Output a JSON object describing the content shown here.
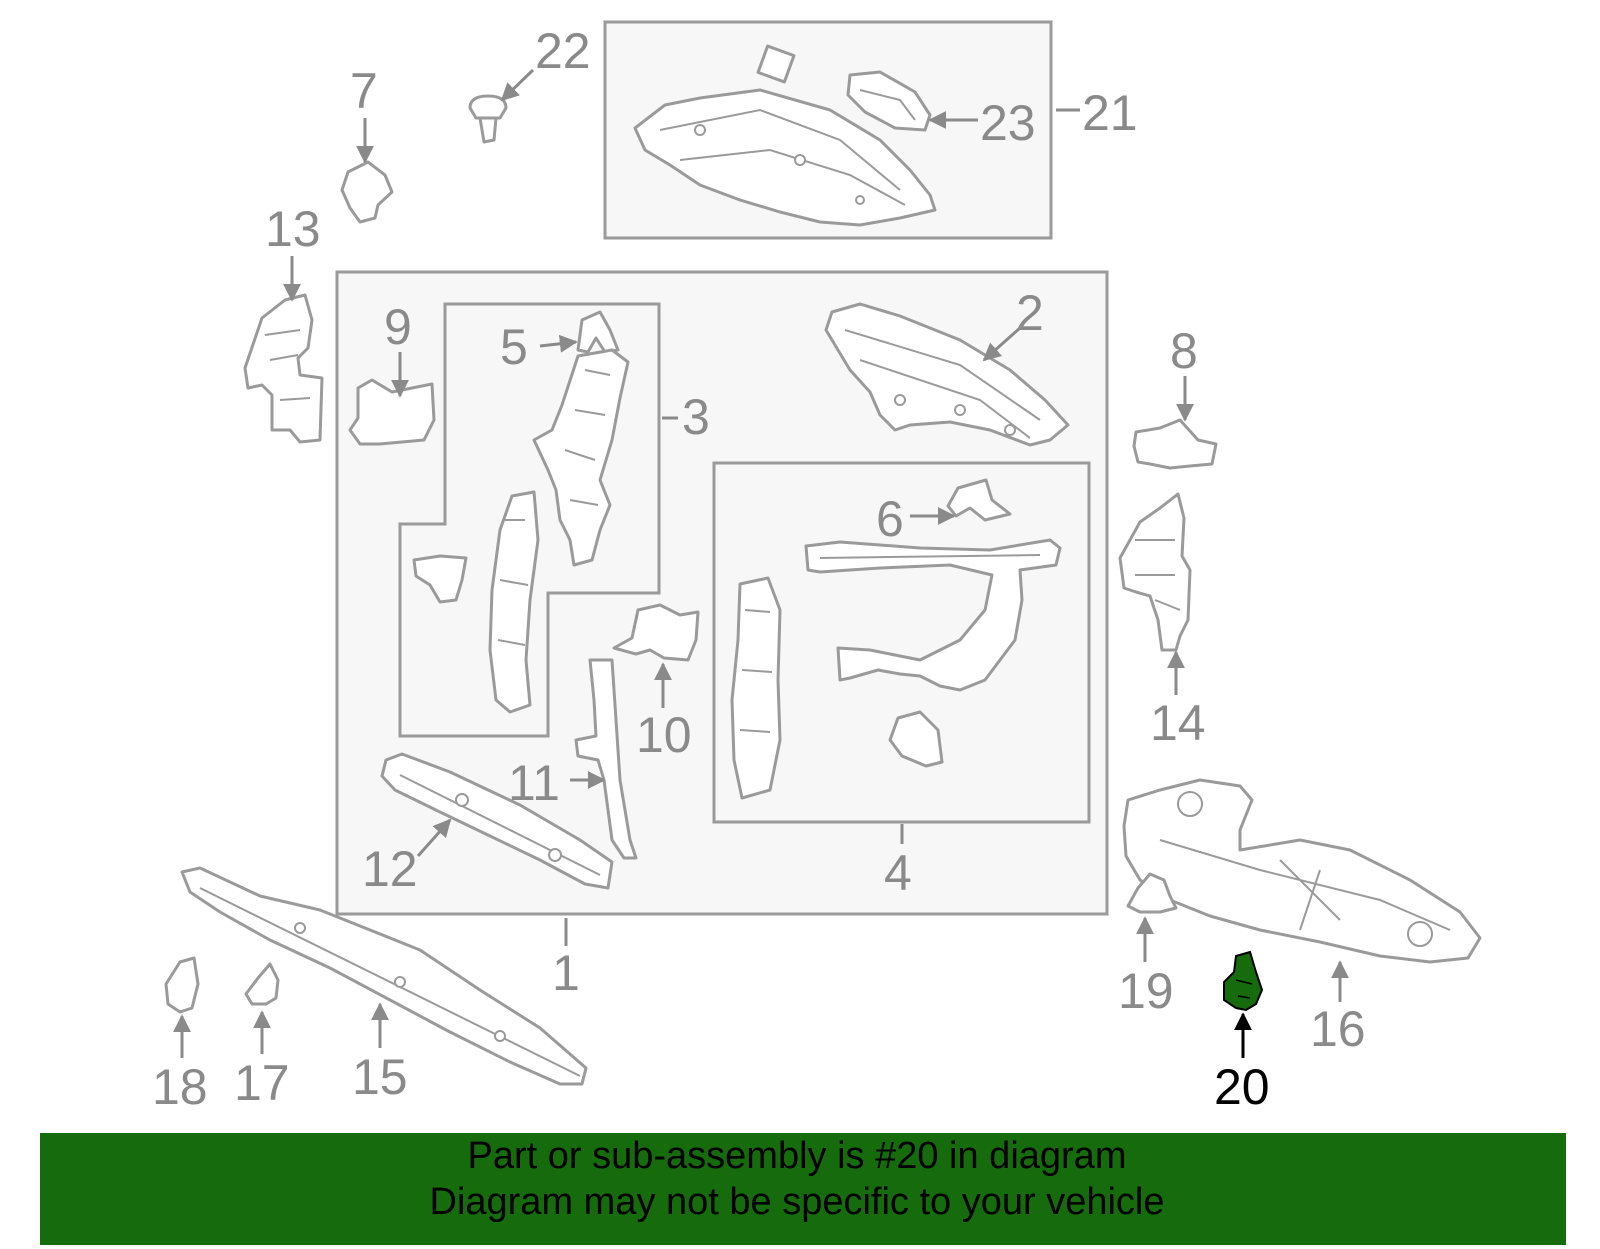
{
  "diagram": {
    "part_labels": {
      "p1": "1",
      "p2": "2",
      "p3": "3",
      "p4": "4",
      "p5": "5",
      "p6": "6",
      "p7": "7",
      "p8": "8",
      "p9": "9",
      "p10": "10",
      "p11": "11",
      "p12": "12",
      "p13": "13",
      "p14": "14",
      "p15": "15",
      "p16": "16",
      "p17": "17",
      "p18": "18",
      "p19": "19",
      "p20": "20",
      "p21": "21",
      "p22": "22",
      "p23": "23"
    },
    "highlighted_part": "20",
    "highlight_color": "#166b0d",
    "part_line_color": "#9a9a9a",
    "label_color": "#8a8a8a"
  },
  "banner": {
    "line1": "Part or sub-assembly is #20 in diagram",
    "line2": "Diagram may not be specific to your vehicle",
    "background_color": "#166b0d"
  }
}
